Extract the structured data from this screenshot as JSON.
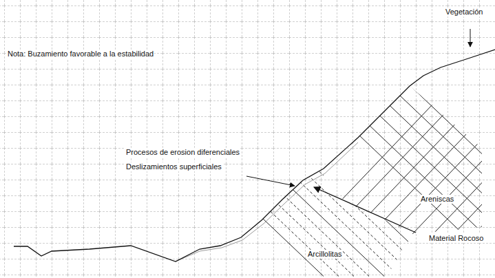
{
  "diagram": {
    "labels": [
      "Vegetación",
      "Nota: Buzamiento favorable a la estabilidad",
      "Procesos de erosion diferenciales",
      "Deslizamientos superficiales",
      "Areniscas",
      "Material Rocoso",
      "Arcillolitas"
    ]
  }
}
